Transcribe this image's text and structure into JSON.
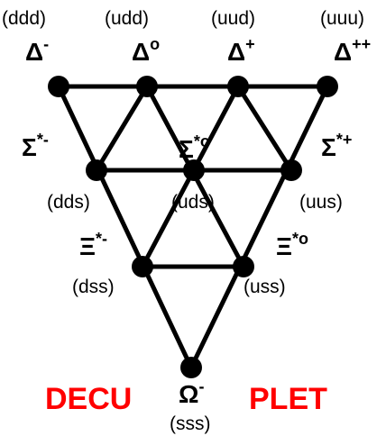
{
  "colors": {
    "line": "#000000",
    "node": "#000000",
    "title": "#ff0000",
    "text": "#000000"
  },
  "title": {
    "part1": "DECU",
    "part2": "PLET"
  },
  "particles": [
    {
      "id": "delta-minus",
      "symbol": "Δ",
      "charge": "-",
      "quarks": "(ddd)"
    },
    {
      "id": "delta-zero",
      "symbol": "Δ",
      "charge": "o",
      "quarks": "(udd)"
    },
    {
      "id": "delta-plus",
      "symbol": "Δ",
      "charge": "+",
      "quarks": "(uud)"
    },
    {
      "id": "delta-plusplus",
      "symbol": "Δ",
      "charge": "++",
      "quarks": "(uuu)"
    },
    {
      "id": "sigma-star-minus",
      "symbol": "Σ",
      "charge": "*-",
      "quarks": "(dds)"
    },
    {
      "id": "sigma-star-zero",
      "symbol": "Σ",
      "charge": "*o",
      "quarks": "(uds)"
    },
    {
      "id": "sigma-star-plus",
      "symbol": "Σ",
      "charge": "*+",
      "quarks": "(uus)"
    },
    {
      "id": "xi-star-minus",
      "symbol": "Ξ",
      "charge": "*-",
      "quarks": "(dss)"
    },
    {
      "id": "xi-star-zero",
      "symbol": "Ξ",
      "charge": "*o",
      "quarks": "(uss)"
    },
    {
      "id": "omega-minus",
      "symbol": "Ω",
      "charge": "-",
      "quarks": "(sss)"
    }
  ]
}
